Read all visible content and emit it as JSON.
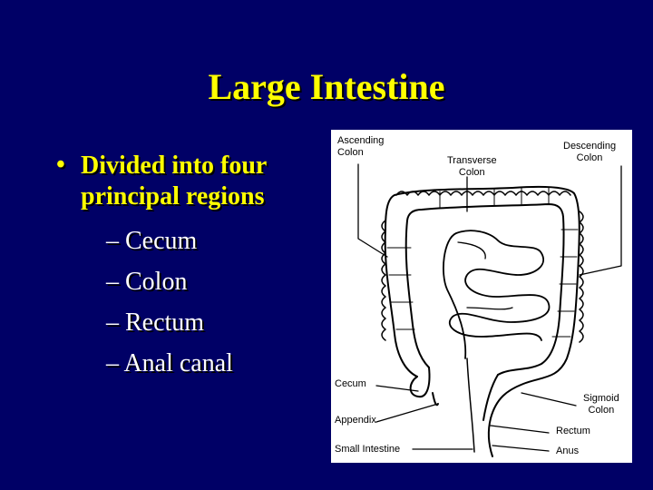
{
  "slide": {
    "title": "Large Intestine",
    "bullet": {
      "marker": "•",
      "text": "Divided into four principal regions",
      "subitems": [
        "– Cecum",
        "– Colon",
        "– Rectum",
        "– Anal canal"
      ]
    }
  },
  "figure": {
    "labels": {
      "ascending": "Ascending\nColon",
      "transverse": "Transverse\nColon",
      "descending": "Descending\nColon",
      "cecum": "Cecum",
      "appendix": "Appendix",
      "small_intestine": "Small Intestine",
      "sigmoid": "Sigmoid\nColon",
      "rectum": "Rectum",
      "anus": "Anus"
    }
  },
  "colors": {
    "background": "#000066",
    "title": "#ffff00",
    "bullet": "#ffff00",
    "subitems": "#ffffff"
  }
}
